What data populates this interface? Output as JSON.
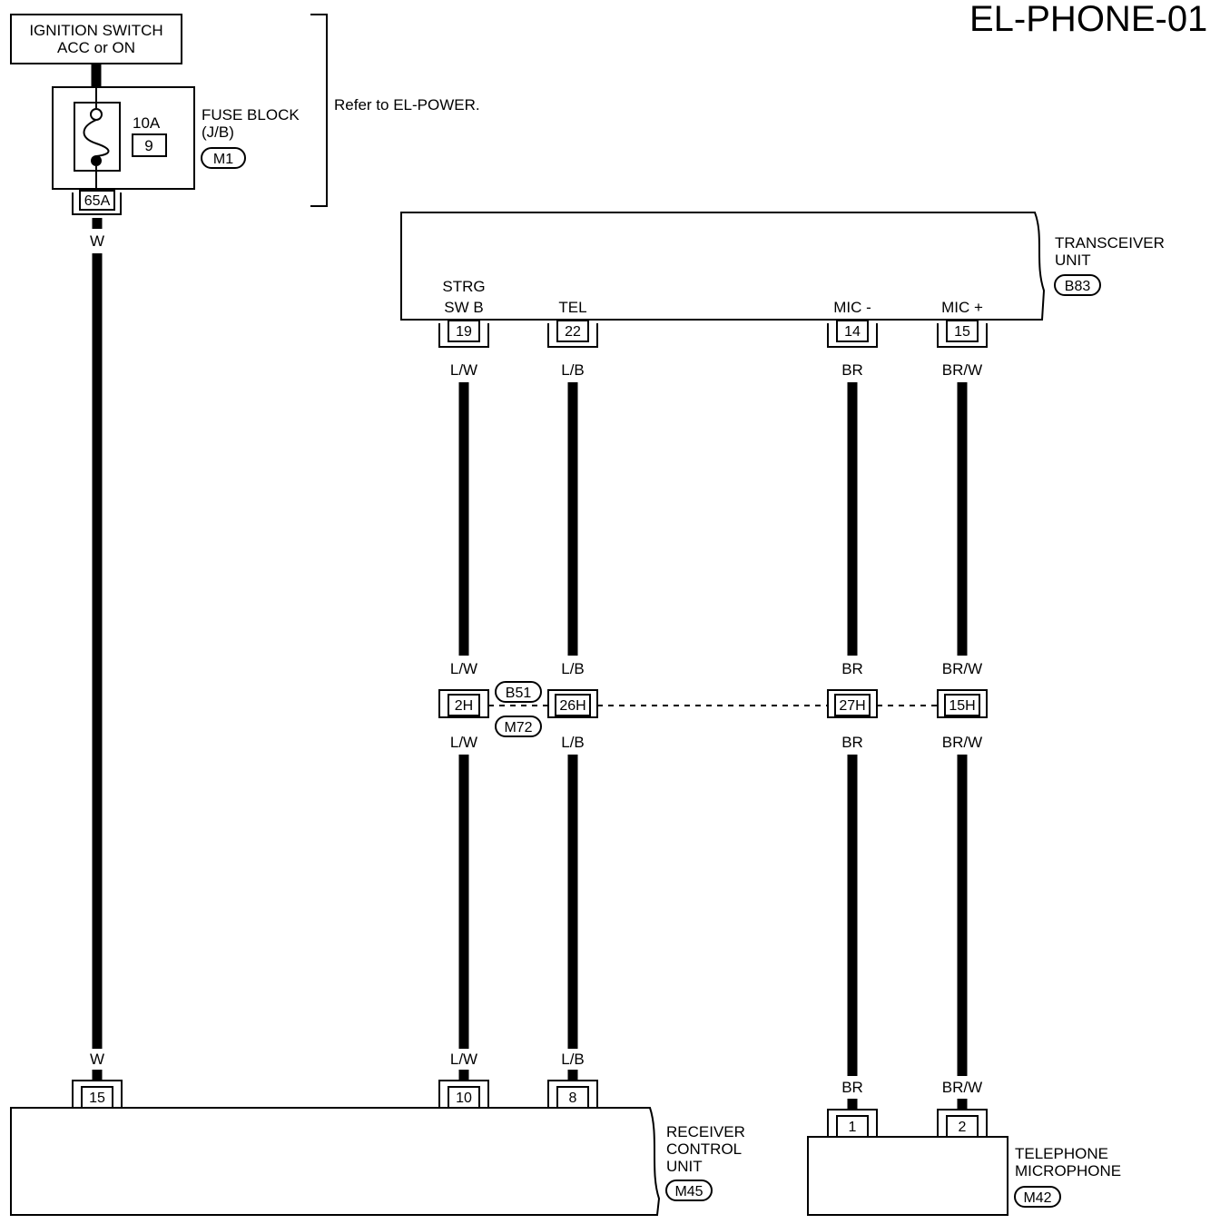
{
  "title": "EL-PHONE-01",
  "ignition_switch": {
    "line1": "IGNITION SWITCH",
    "line2": "ACC or ON"
  },
  "fuse_block": {
    "rating": "10A",
    "number": "9",
    "label_line1": "FUSE BLOCK",
    "label_line2": "(J/B)",
    "connector": "M1",
    "terminal": "65A"
  },
  "refer_note": "Refer to EL-POWER.",
  "transceiver": {
    "label_line1": "TRANSCEIVER",
    "label_line2": "UNIT",
    "connector": "B83",
    "pins": [
      {
        "name_line1": "STRG",
        "name_line2": "SW B",
        "terminal": "19"
      },
      {
        "name_line1": "",
        "name_line2": "TEL",
        "terminal": "22"
      },
      {
        "name_line1": "",
        "name_line2": "MIC -",
        "terminal": "14"
      },
      {
        "name_line1": "",
        "name_line2": "MIC +",
        "terminal": "15"
      }
    ]
  },
  "wires": {
    "power": "W",
    "strg": "L/W",
    "tel": "L/B",
    "mic_minus": "BR",
    "mic_plus": "BR/W"
  },
  "joint_connector": {
    "upper": "B51",
    "lower": "M72",
    "terminals": [
      "2H",
      "26H",
      "27H",
      "15H"
    ]
  },
  "receiver_control_unit": {
    "label_line1": "RECEIVER",
    "label_line2": "CONTROL",
    "label_line3": "UNIT",
    "connector": "M45",
    "terminals": [
      "15",
      "10",
      "8"
    ]
  },
  "telephone_microphone": {
    "label_line1": "TELEPHONE",
    "label_line2": "MICROPHONE",
    "connector": "M42",
    "terminals": [
      "1",
      "2"
    ]
  }
}
